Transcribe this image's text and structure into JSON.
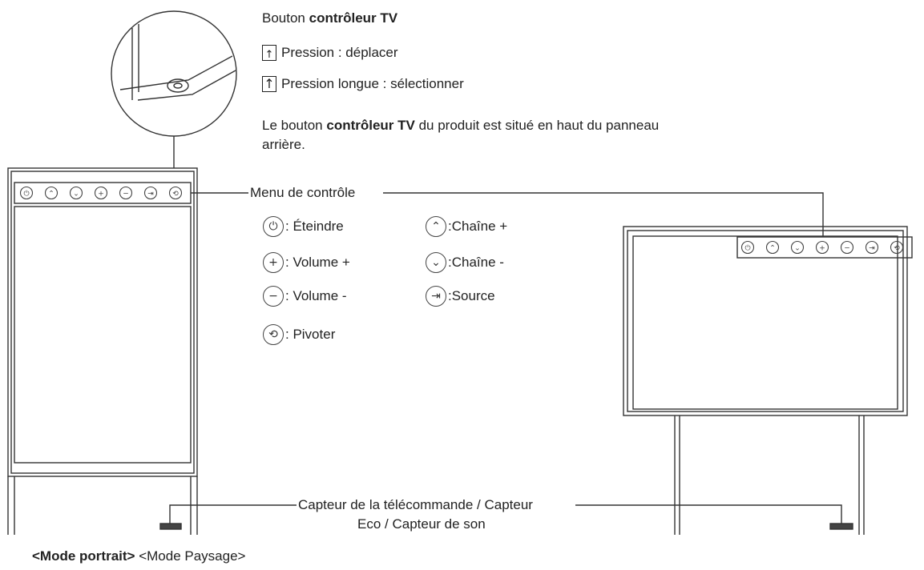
{
  "controller": {
    "title_prefix": "Bouton ",
    "title_bold": "contrôleur TV",
    "press_label": "Pression : déplacer",
    "long_press_label": "Pression longue : sélectionner",
    "desc_line1_prefix": "Le bouton ",
    "desc_line1_bold": "contrôleur TV",
    "desc_line1_suffix": " du produit est situé en haut du panneau",
    "desc_line2": "arrière."
  },
  "menu_label": "Menu de contrôle",
  "legend": [
    {
      "icon": "power-icon",
      "glyph": "⏻",
      "label": ": Éteindre"
    },
    {
      "icon": "volume-up-icon",
      "glyph": "+",
      "label": ": Volume +"
    },
    {
      "icon": "volume-down-icon",
      "glyph": "−",
      "label": ": Volume -"
    },
    {
      "icon": "rotate-icon",
      "glyph": "⟲",
      "label": ": Pivoter"
    },
    {
      "icon": "channel-up-icon",
      "glyph": "⌃",
      "label": ":Chaîne +"
    },
    {
      "icon": "channel-down-icon",
      "glyph": "⌄",
      "label": ":Chaîne -"
    },
    {
      "icon": "source-icon",
      "glyph": "⇥",
      "label": ":Source"
    }
  ],
  "sensor": {
    "line1": "Capteur de la télécommande / Capteur",
    "line2": "Eco / Capteur de son"
  },
  "modes": {
    "portrait": "<Mode portrait>",
    "landscape": " <Mode Paysage>"
  },
  "panel_buttons": [
    "power-icon",
    "channel-up-icon",
    "channel-down-icon",
    "volume-up-icon",
    "volume-down-icon",
    "source-icon",
    "rotate-icon"
  ]
}
